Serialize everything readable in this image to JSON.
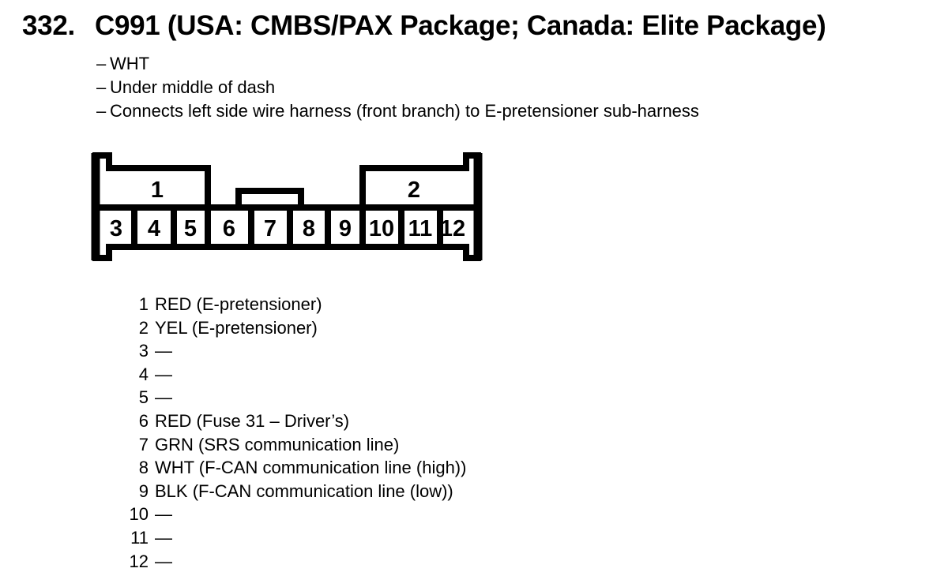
{
  "page": {
    "paper_color": "#ffffff",
    "ink_color": "#000000"
  },
  "header": {
    "index": "332.",
    "title": "C991 (USA: CMBS/PAX Package; Canada: Elite Package)"
  },
  "notes": {
    "items": [
      {
        "dash": "–",
        "text": "WHT"
      },
      {
        "dash": "–",
        "text": "Under middle of dash"
      },
      {
        "dash": "–",
        "text": "Connects left side wire harness (front branch) to E-pretensioner sub-harness"
      }
    ]
  },
  "connector": {
    "name": "C991",
    "top_cavities": [
      {
        "label": "1"
      },
      {
        "label": "2"
      }
    ],
    "bottom_cavities": [
      {
        "label": "3"
      },
      {
        "label": "4"
      },
      {
        "label": "5"
      },
      {
        "label": "6"
      },
      {
        "label": "7"
      },
      {
        "label": "8"
      },
      {
        "label": "9"
      },
      {
        "label": "10"
      },
      {
        "label": "11"
      },
      {
        "label": "12"
      }
    ]
  },
  "pinout": {
    "rows": [
      {
        "pin": "1",
        "wire": "RED (E-pretensioner)"
      },
      {
        "pin": "2",
        "wire": "YEL (E-pretensioner)"
      },
      {
        "pin": "3",
        "wire": "—"
      },
      {
        "pin": "4",
        "wire": "—"
      },
      {
        "pin": "5",
        "wire": "—"
      },
      {
        "pin": "6",
        "wire": "RED (Fuse 31 – Driver’s)"
      },
      {
        "pin": "7",
        "wire": "GRN (SRS communication line)"
      },
      {
        "pin": "8",
        "wire": "WHT (F-CAN communication line (high))"
      },
      {
        "pin": "9",
        "wire": "BLK (F-CAN communication line (low))"
      },
      {
        "pin": "10",
        "wire": "—"
      },
      {
        "pin": "11",
        "wire": "—"
      },
      {
        "pin": "12",
        "wire": "—"
      }
    ]
  }
}
